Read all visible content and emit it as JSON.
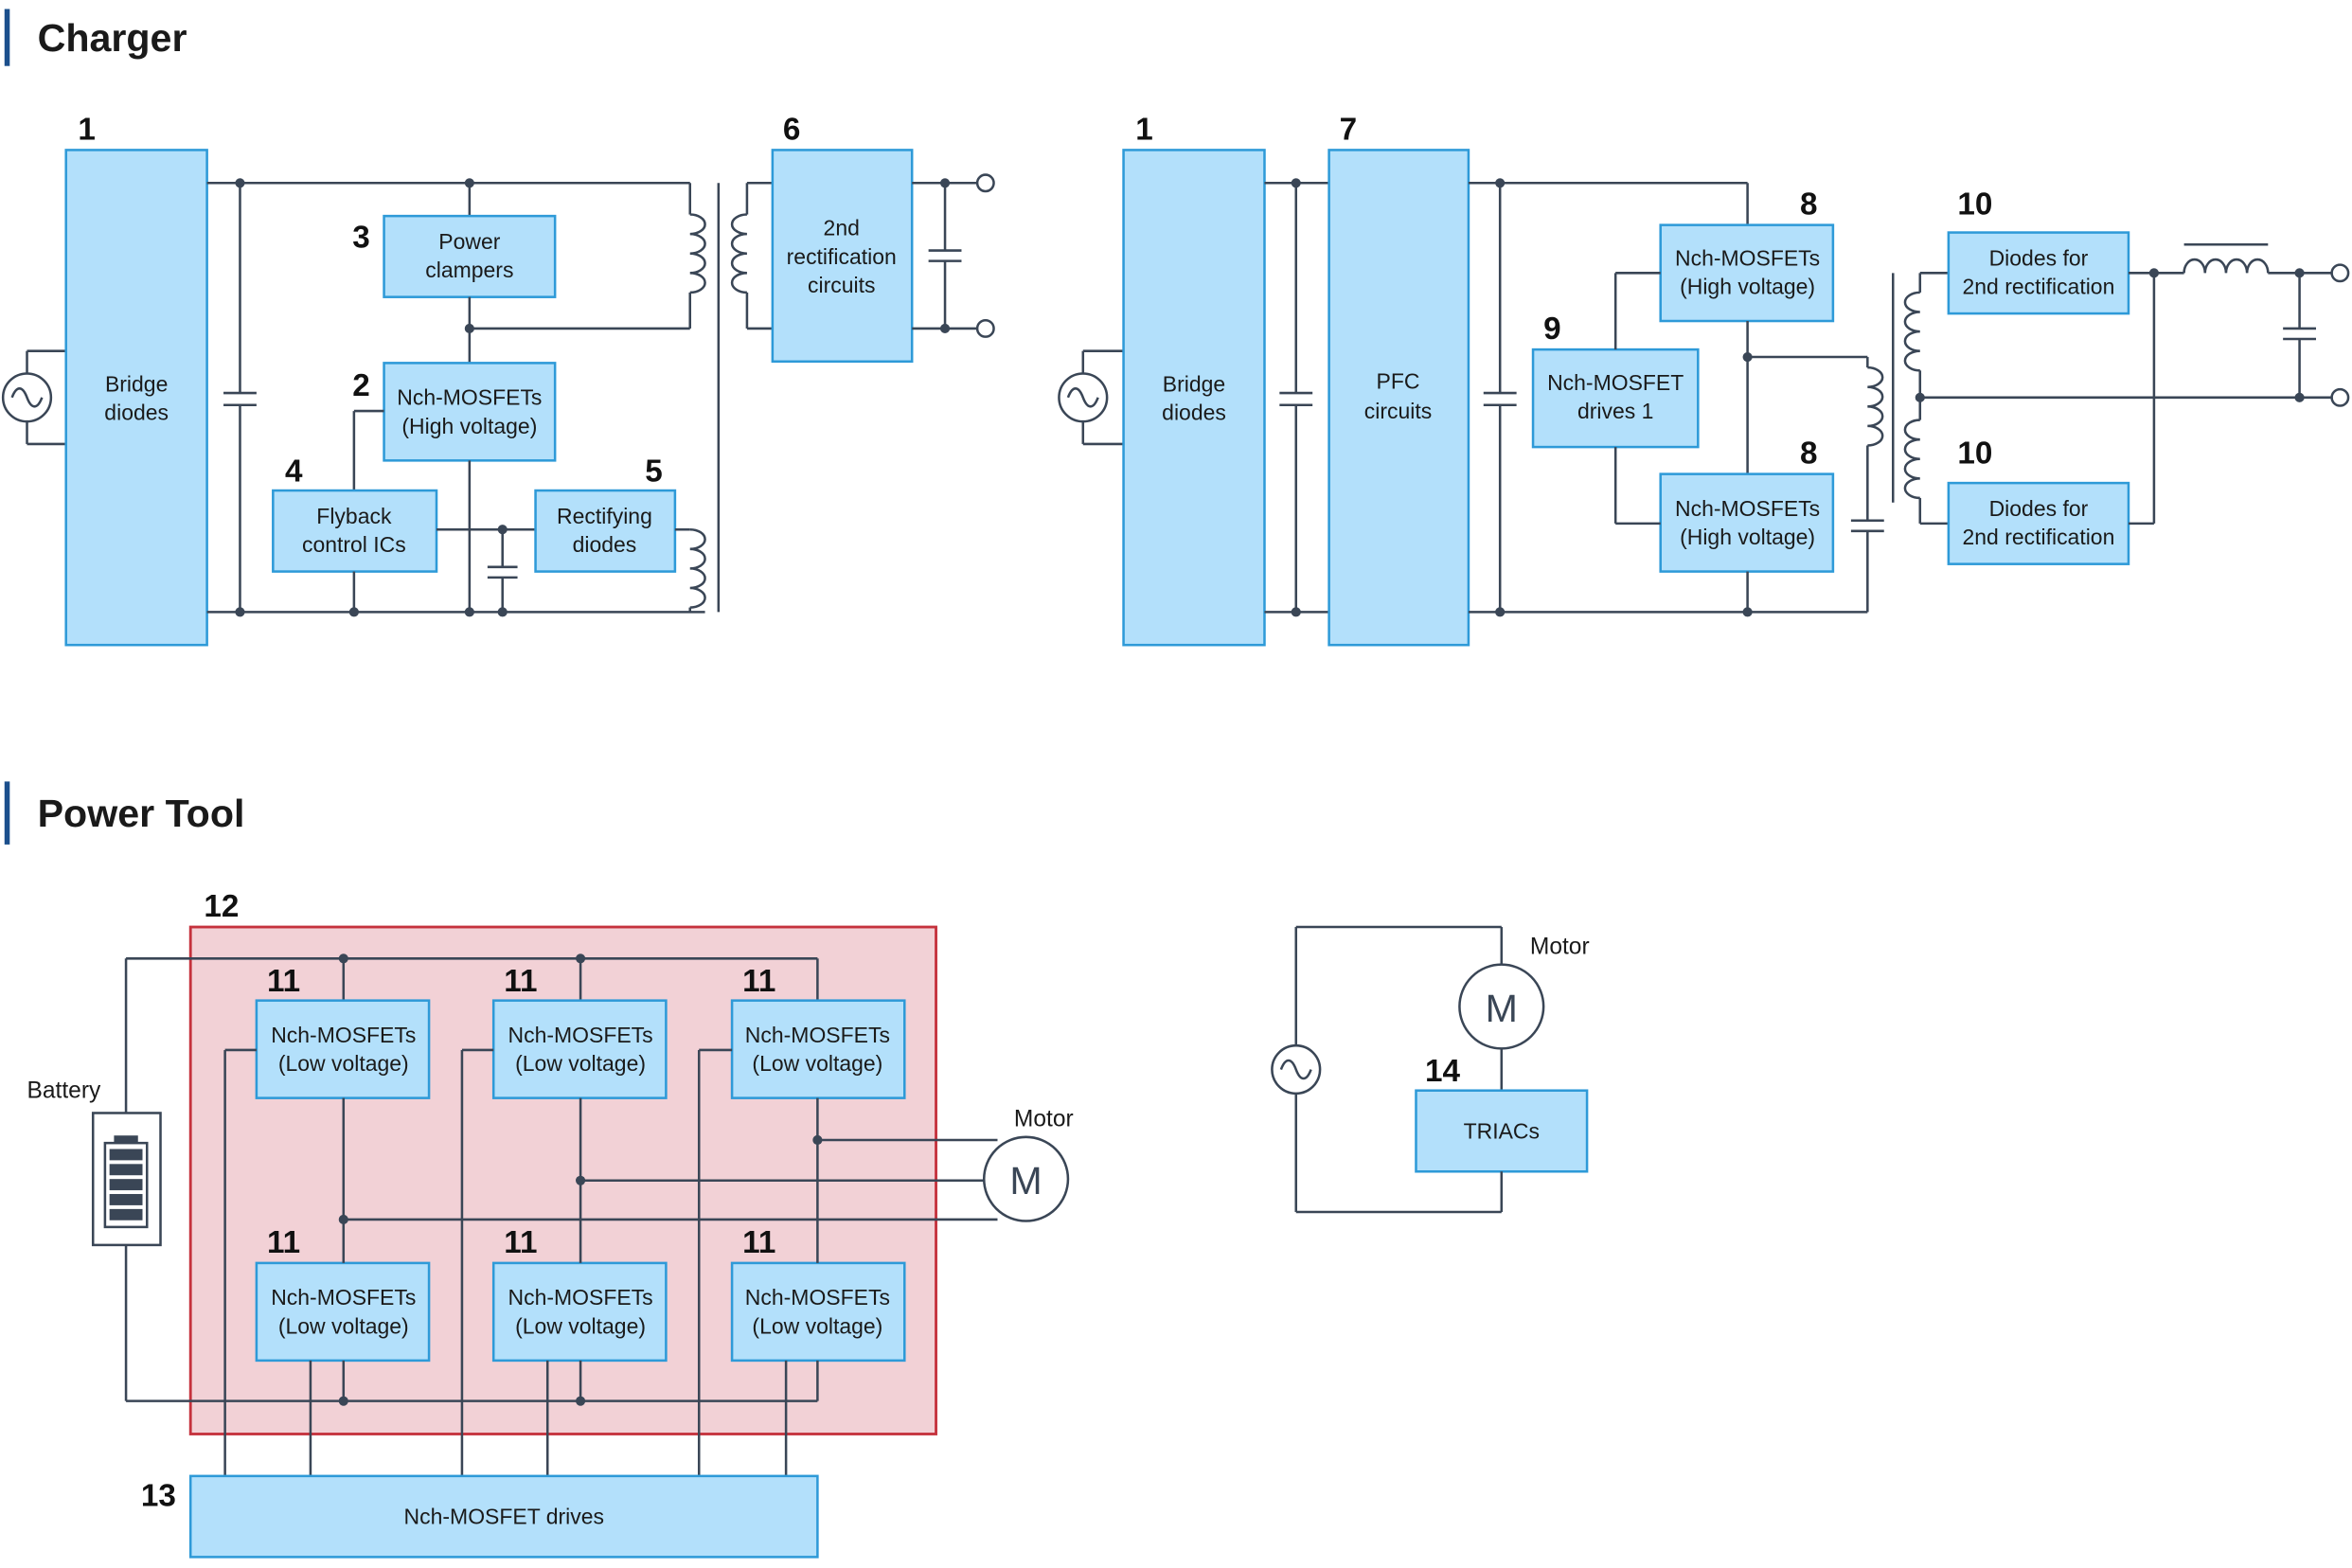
{
  "sections": {
    "charger": "Charger",
    "power_tool": "Power Tool"
  },
  "colors": {
    "box_fill": "#b3e0fb",
    "box_stroke": "#2e9ad8",
    "wire": "#3a4656",
    "section_bar": "#1b4f8c",
    "highlight_fill": "#f2d1d6",
    "highlight_stroke": "#c5323d"
  },
  "charger_flyback": {
    "bridge": {
      "num": "1",
      "line1": "Bridge",
      "line2": "diodes"
    },
    "mosfet": {
      "num": "2",
      "line1": "Nch-MOSFETs",
      "line2": "(High voltage)"
    },
    "clamper": {
      "num": "3",
      "line1": "Power",
      "line2": "clampers"
    },
    "flyback": {
      "num": "4",
      "line1": "Flyback",
      "line2": "control ICs"
    },
    "rectifying": {
      "num": "5",
      "line1": "Rectifying",
      "line2": "diodes"
    },
    "second_rect": {
      "num": "6",
      "line1": "2nd",
      "line2": "rectification",
      "line3": "circuits"
    }
  },
  "charger_pfc": {
    "bridge": {
      "num": "1",
      "line1": "Bridge",
      "line2": "diodes"
    },
    "pfc": {
      "num": "7",
      "line1": "PFC",
      "line2": "circuits"
    },
    "mosfet_top": {
      "num": "8",
      "line1": "Nch-MOSFETs",
      "line2": "(High voltage)"
    },
    "mosfet_bottom": {
      "num": "8",
      "line1": "Nch-MOSFETs",
      "line2": "(High voltage)"
    },
    "drive": {
      "num": "9",
      "line1": "Nch-MOSFET",
      "line2": "drives 1"
    },
    "diode_top": {
      "num": "10",
      "line1": "Diodes for",
      "line2": "2nd rectification"
    },
    "diode_bottom": {
      "num": "10",
      "line1": "Diodes for",
      "line2": "2nd rectification"
    }
  },
  "power_tool": {
    "battery_label": "Battery",
    "motor_label": "Motor",
    "motor_symbol": "M",
    "inverter_num": "12",
    "mosfets": [
      {
        "num": "11",
        "line1": "Nch-MOSFETs",
        "line2": "(Low voltage)"
      },
      {
        "num": "11",
        "line1": "Nch-MOSFETs",
        "line2": "(Low voltage)"
      },
      {
        "num": "11",
        "line1": "Nch-MOSFETs",
        "line2": "(Low voltage)"
      },
      {
        "num": "11",
        "line1": "Nch-MOSFETs",
        "line2": "(Low voltage)"
      },
      {
        "num": "11",
        "line1": "Nch-MOSFETs",
        "line2": "(Low voltage)"
      },
      {
        "num": "11",
        "line1": "Nch-MOSFETs",
        "line2": "(Low voltage)"
      }
    ],
    "drives": {
      "num": "13",
      "label": "Nch-MOSFET drives"
    }
  },
  "triac_circuit": {
    "motor_label": "Motor",
    "motor_symbol": "M",
    "triac": {
      "num": "14",
      "label": "TRIACs"
    }
  }
}
